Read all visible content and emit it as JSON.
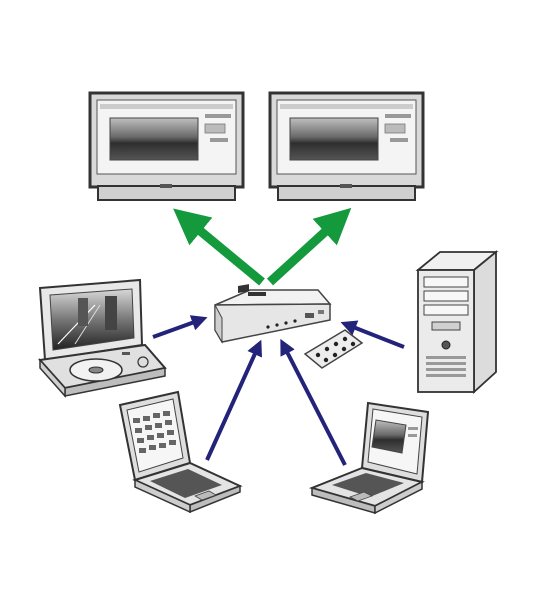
{
  "diagram": {
    "hub": {
      "name": "hdmi-matrix-switch",
      "icon": "switch-box-icon",
      "remote_icon": "remote-control-icon"
    },
    "outputs": [
      {
        "name": "monitor-left",
        "icon": "monitor-icon"
      },
      {
        "name": "monitor-right",
        "icon": "monitor-icon"
      }
    ],
    "inputs": [
      {
        "name": "portable-dvd-player",
        "icon": "portable-dvd-icon"
      },
      {
        "name": "desktop-pc-tower",
        "icon": "pc-tower-icon"
      },
      {
        "name": "laptop-left",
        "icon": "laptop-icon"
      },
      {
        "name": "laptop-right",
        "icon": "laptop-icon"
      }
    ],
    "colors": {
      "output_arrow": "#149a3c",
      "input_arrow": "#23237a",
      "device_fill": "#e9e9e9",
      "device_stroke": "#444444"
    }
  }
}
